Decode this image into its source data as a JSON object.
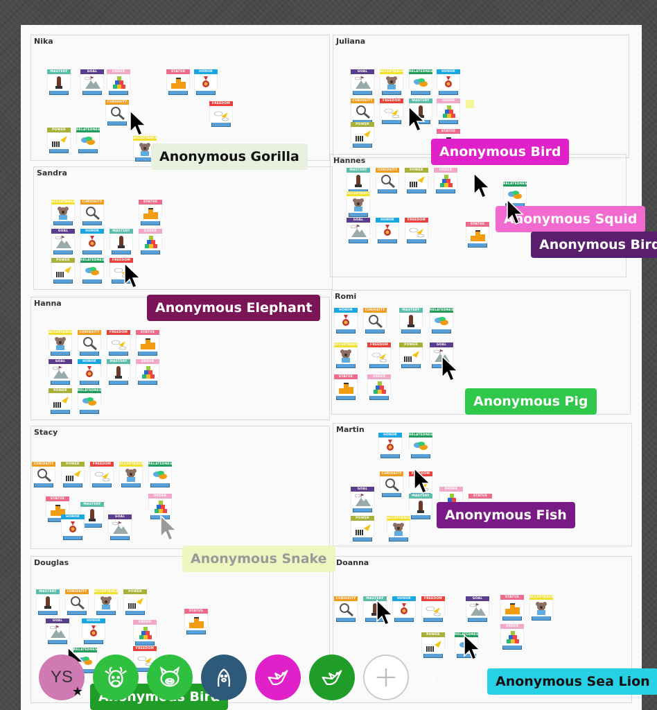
{
  "panels": [
    {
      "name": "Nika"
    },
    {
      "name": "Juliana"
    },
    {
      "name": "Sandra"
    },
    {
      "name": "Hannes"
    },
    {
      "name": "Hanna"
    },
    {
      "name": "Romi"
    },
    {
      "name": "Stacy"
    },
    {
      "name": "Martin"
    },
    {
      "name": "Douglas"
    },
    {
      "name": "Doanna"
    }
  ],
  "card_tags": {
    "mastery": "MASTERY",
    "goal": "GOAL",
    "order": "ORDER",
    "status": "STATUS",
    "honor": "HONOR",
    "freedom": "FREEDOM",
    "curiosity": "CURIOSITY",
    "acceptance": "ACCEPTANCE",
    "power": "POWER",
    "relatedness": "RELATEDNESS"
  },
  "collaborators": [
    {
      "name": "Anonymous Gorilla",
      "color": "#e8f0e0"
    },
    {
      "name": "Anonymous Bird",
      "color": "#e020c8"
    },
    {
      "name": "Anonymous Squid",
      "color": "#f06ad0"
    },
    {
      "name": "Anonymous Bird",
      "color": "#5a1e6e"
    },
    {
      "name": "Anonymous Elephant",
      "color": "#7a1658"
    },
    {
      "name": "Anonymous Pig",
      "color": "#2fc84a"
    },
    {
      "name": "Anonymous Fish",
      "color": "#7a1a86"
    },
    {
      "name": "Anonymous Snake",
      "color": "#eef6c0"
    },
    {
      "name": "Anonymous Sea Lion",
      "color": "#28d0e6"
    },
    {
      "name": "Anonymous Bird",
      "color": "#1f9d28"
    }
  ],
  "toolbar": {
    "user_initials": "YS",
    "avatars": [
      {
        "icon": "cow-icon",
        "color": "#2fc040"
      },
      {
        "icon": "pig-icon",
        "color": "#2fc040"
      },
      {
        "icon": "seal-icon",
        "color": "#2e5a7a"
      },
      {
        "icon": "bird-icon",
        "color": "#e020c8"
      },
      {
        "icon": "bird-icon",
        "color": "#1f9d28"
      }
    ],
    "add_icon": "plus-icon",
    "next_icon": "chevron-right-icon"
  }
}
